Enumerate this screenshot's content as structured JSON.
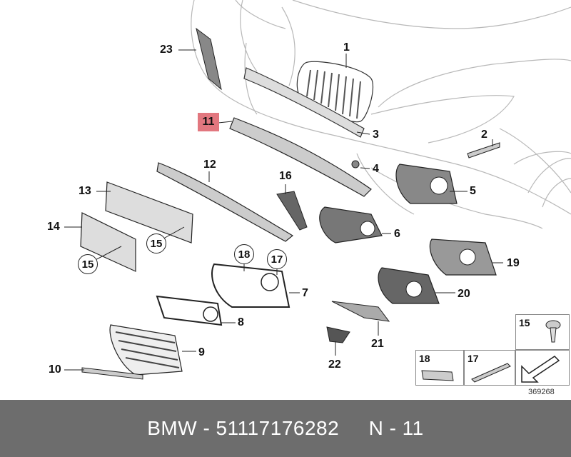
{
  "diagram": {
    "callouts": {
      "c1": "1",
      "c2": "2",
      "c3": "3",
      "c4": "4",
      "c5": "5",
      "c6": "6",
      "c7": "7",
      "c8": "8",
      "c9": "9",
      "c10": "10",
      "c11": "11",
      "c12": "12",
      "c13": "13",
      "c14": "14",
      "c15a": "15",
      "c15b": "15",
      "c16": "16",
      "c17": "17",
      "c18": "18",
      "c19": "19",
      "c20": "20",
      "c21": "21",
      "c22": "22",
      "c23": "23"
    },
    "key_boxes": {
      "k15": "15",
      "k18": "18",
      "k17": "17"
    },
    "reference_number": "369268",
    "highlight_color": "#e2777f"
  },
  "footer": {
    "text": "BMW - 51117176282     N - 11",
    "background": "#6d6d6d"
  }
}
